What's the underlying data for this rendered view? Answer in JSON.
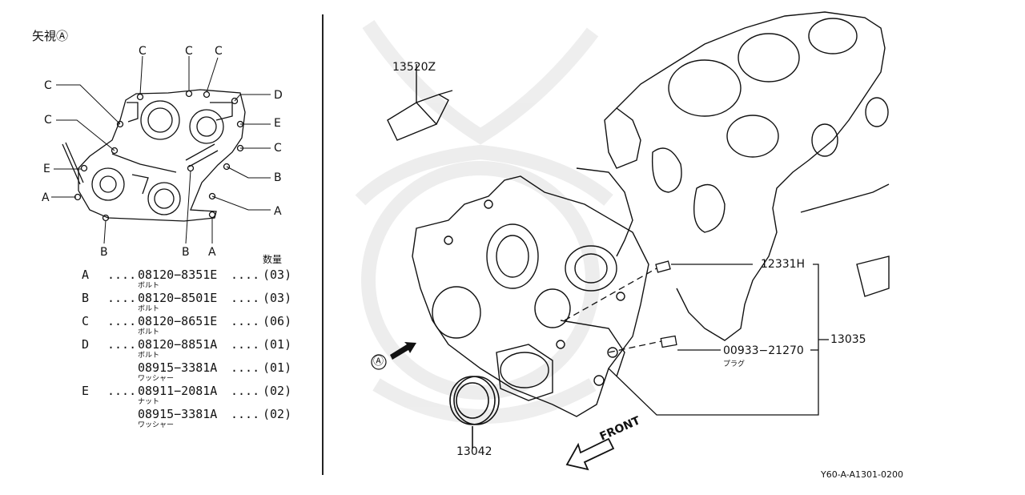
{
  "view": {
    "title": "矢視Ⓐ",
    "callouts": {
      "c1": "C",
      "c2": "C",
      "c3": "C",
      "c4": "C",
      "c5": "C",
      "c6": "C",
      "d": "D",
      "e1": "E",
      "e2": "E",
      "b1": "B",
      "b2": "B",
      "b3": "B",
      "a1": "A",
      "a2": "A",
      "a3": "A"
    }
  },
  "legend": {
    "qty_header": "数量",
    "rows": [
      {
        "key": "A",
        "dots1": "....",
        "part": "08120−8351E",
        "dots2": "....",
        "qty": "(03)",
        "sub": "ボルト"
      },
      {
        "key": "B",
        "dots1": "....",
        "part": "08120−8501E",
        "dots2": "....",
        "qty": "(03)",
        "sub": "ボルト"
      },
      {
        "key": "C",
        "dots1": "....",
        "part": "08120−8651E",
        "dots2": "....",
        "qty": "(06)",
        "sub": "ボルト"
      },
      {
        "key": "D",
        "dots1": "....",
        "part": "08120−8851A",
        "dots2": "....",
        "qty": "(01)",
        "sub": "ボルト"
      },
      {
        "key": "",
        "dots1": "",
        "part": "08915−3381A",
        "dots2": "....",
        "qty": "(01)",
        "sub": "ワッシャー"
      },
      {
        "key": "E",
        "dots1": "....",
        "part": "08911−2081A",
        "dots2": "....",
        "qty": "(02)",
        "sub": "ナット"
      },
      {
        "key": "",
        "dots1": "",
        "part": "08915−3381A",
        "dots2": "....",
        "qty": "(02)",
        "sub": "ワッシャー"
      }
    ]
  },
  "main": {
    "part_13520z": "13520Z",
    "part_12331h": "12331H",
    "part_00933": "00933−21270",
    "plug_label": "プラグ",
    "part_13035": "13035",
    "part_13042": "13042",
    "view_arrow_label": "Ⓐ",
    "front_label": "FRONT",
    "footer_code": "Y60-A-A1301-0200"
  }
}
